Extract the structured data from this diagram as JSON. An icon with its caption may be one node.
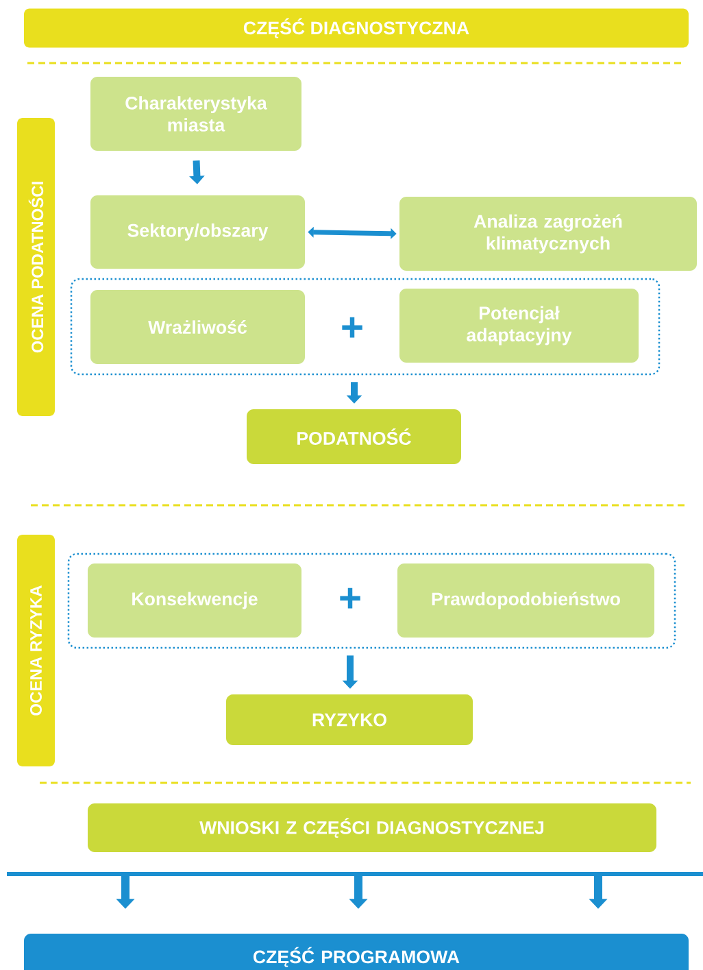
{
  "diagram": {
    "title": "CZĘŚĆ DIAGNOSTYCZNA",
    "nodes": [
      {
        "text": [
          "OCENA PODATNOŚCI"
        ]
      },
      {
        "text": [
          "Charakterystyka miasta"
        ]
      },
      {
        "text": [
          "Sektory/obszary"
        ]
      },
      {
        "text": [
          "Analiza zagrożeń klimatycznych"
        ]
      },
      {
        "text": [],
        "shape": "box"
      },
      {
        "text": [
          "Wrażliwość"
        ],
        "in": 4
      },
      {
        "text": [
          "Potencjał adaptacyjny"
        ],
        "in": 4
      },
      {
        "text": [
          "PODATNOŚĆ"
        ]
      },
      {
        "text": [
          "OCENA RYZYKA"
        ]
      },
      {
        "text": [],
        "shape": "box"
      },
      {
        "text": [
          "Konsekwencje"
        ],
        "in": 9
      },
      {
        "text": [
          "Prawdopodobieństwo"
        ],
        "in": 9
      },
      {
        "text": [
          "RYZYKO"
        ]
      },
      {
        "text": [
          "WNIOSKI Z CZĘŚCI DIAGNOSTYCZNEJ"
        ]
      },
      {
        "text": [
          "CZĘŚĆ PROGRAMOWA"
        ]
      }
    ],
    "edges": [
      {
        "from": 1,
        "to": 2,
        "arrow": "to"
      },
      {
        "from": 2,
        "to": 3,
        "arrow": "both"
      },
      {
        "from": 4,
        "to": 7,
        "arrow": "to"
      },
      {
        "from": 9,
        "to": 12,
        "arrow": "to"
      },
      {
        "from": 13,
        "to": 14,
        "arrow": "to"
      },
      {
        "from": 13,
        "to": 14,
        "arrow": "to"
      },
      {
        "from": 13,
        "to": 14,
        "arrow": "to"
      }
    ],
    "labels": [
      "+",
      "+"
    ]
  }
}
